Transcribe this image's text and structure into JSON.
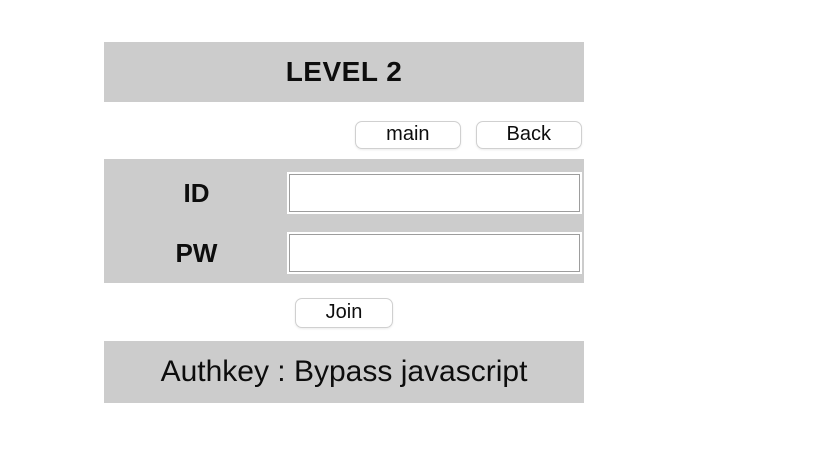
{
  "colors": {
    "panel_gray": "#cccccc",
    "page_background": "#ffffff",
    "button_border": "#d0d0d0",
    "input_border": "#9d9d9d",
    "text": "#0d0d0d"
  },
  "header": {
    "title": "LEVEL 2"
  },
  "nav": {
    "main_label": "main",
    "back_label": "Back"
  },
  "form": {
    "fields": [
      {
        "label": "ID",
        "value": "",
        "placeholder": ""
      },
      {
        "label": "PW",
        "value": "",
        "placeholder": ""
      }
    ],
    "join_label": "Join"
  },
  "footer": {
    "authkey_text": "Authkey : Bypass javascript"
  }
}
